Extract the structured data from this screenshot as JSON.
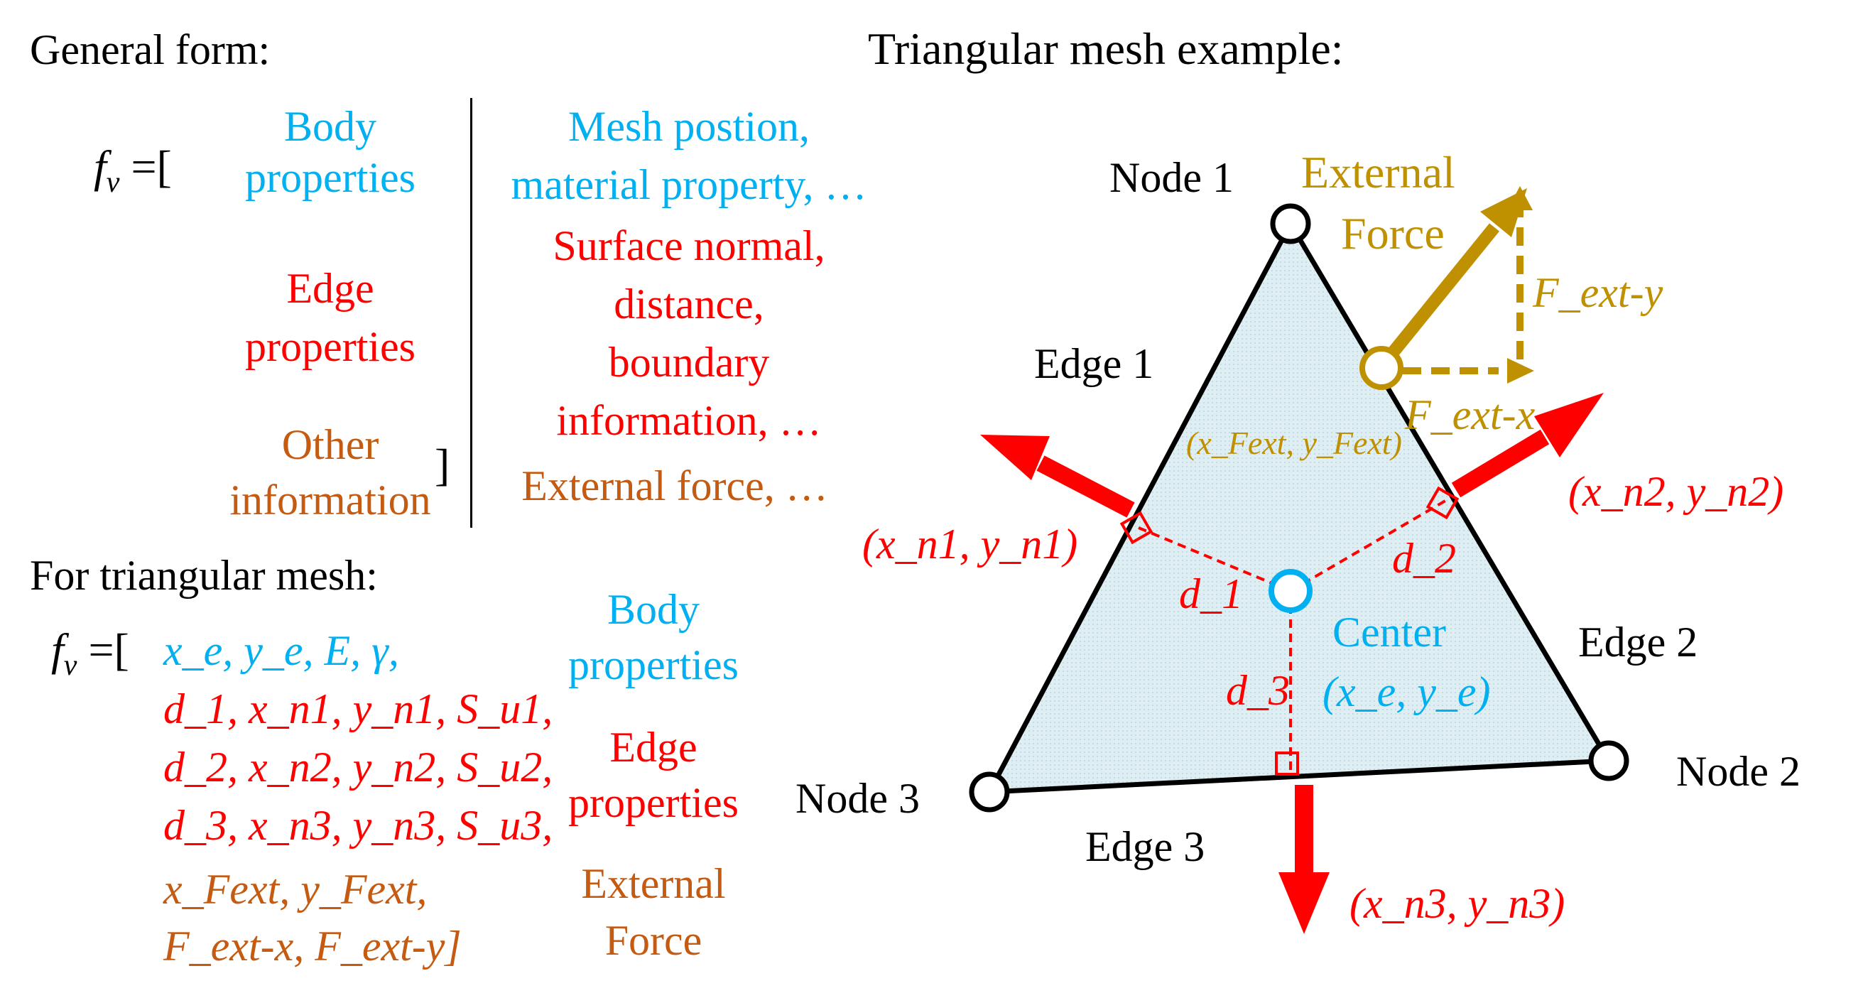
{
  "left": {
    "general_heading": "General form:",
    "fv_symbol": "f",
    "fv_sub": "v",
    "fv_open": " =[",
    "close_bracket": "]",
    "general_rows": {
      "body_label": "Body properties",
      "body_desc_1": "Mesh postion,",
      "body_desc_2": "material property, …",
      "edge_label_1": "Edge",
      "edge_label_2": "properties",
      "edge_desc_1": "Surface normal,",
      "edge_desc_2": "distance,",
      "edge_desc_3": "boundary",
      "edge_desc_4": "information, …",
      "other_label_1": "Other",
      "other_label_2": "information",
      "other_desc": "External force, …"
    },
    "tri_heading": "For triangular mesh:",
    "tri_rows": {
      "body_vars": "x_e, y_e, E, γ,",
      "edge_vars_1": "d_1, x_n1, y_n1, S_u1,",
      "edge_vars_2": "d_2, x_n2, y_n2, S_u2,",
      "edge_vars_3": "d_3, x_n3, y_n3, S_u3,",
      "ext_vars_1": "x_Fext, y_Fext,",
      "ext_vars_2": "F_ext-x, F_ext-y]",
      "body_label_1": "Body",
      "body_label_2": "properties",
      "edge_label_1": "Edge",
      "edge_label_2": "properties",
      "ext_label_1": "External",
      "ext_label_2": "Force"
    }
  },
  "right": {
    "title": "Triangular mesh example:",
    "node1": "Node 1",
    "node2": "Node 2",
    "node3": "Node 3",
    "edge1": "Edge 1",
    "edge2": "Edge 2",
    "edge3": "Edge 3",
    "center_label": "Center",
    "center_coords": "(x_e, y_e)",
    "ext_force_1": "External",
    "ext_force_2": "Force",
    "fext_y": "F_ext-y",
    "fext_x": "F_ext-x",
    "fext_coords": "(x_Fext, y_Fext)",
    "n1_coords": "(x_n1, y_n1)",
    "n2_coords": "(x_n2, y_n2)",
    "n3_coords": "(x_n3, y_n3)",
    "d1": "d_1",
    "d2": "d_2",
    "d3": "d_3"
  },
  "colors": {
    "body": "#00b0f0",
    "edge": "#ff0000",
    "other": "#c55a11",
    "external": "#bf9000",
    "fill": "#deeef3"
  }
}
